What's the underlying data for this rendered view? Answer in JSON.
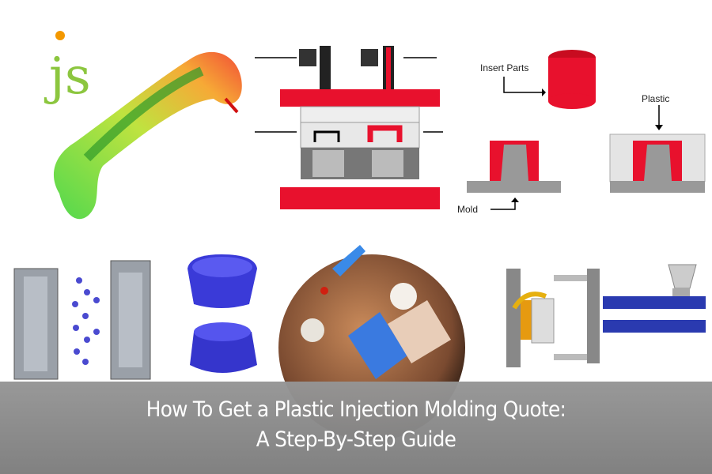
{
  "logo": {
    "text": "JS",
    "colors": {
      "letters": "#8cc63f",
      "dot": "#f39800"
    }
  },
  "diagram_labels": {
    "insert_parts": "Insert Parts",
    "plastic": "Plastic",
    "mold": "Mold"
  },
  "banner": {
    "line1": "How To Get a Plastic Injection Molding Quote:",
    "line2": "A Step-By-Step Guide"
  },
  "colors": {
    "accent_red": "#e8112d",
    "mold_gray": "#9a9a9a",
    "banner": "#888888"
  }
}
